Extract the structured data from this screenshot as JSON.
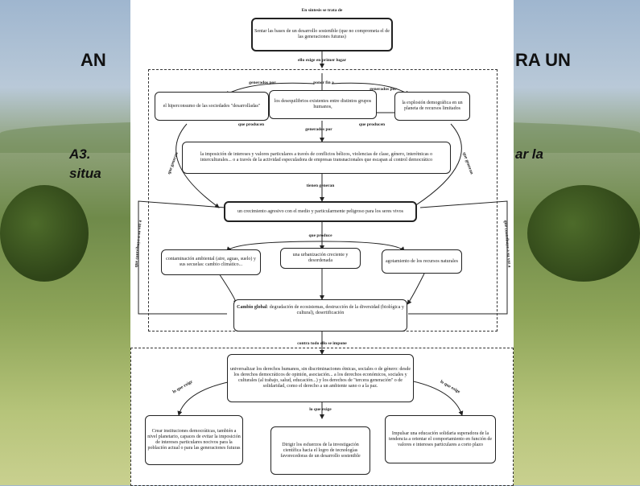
{
  "slide": {
    "title_left": "AN",
    "title_right": "RA UN",
    "sub_left_1": "A3.",
    "sub_left_2": "situa",
    "sub_right": "ar  la"
  },
  "diagram": {
    "top_caption": "En síntesis se trata de",
    "top_box": "Sentar las bases de un desarrollo sostenible (que no comprometa el de las generaciones futuras)",
    "label_first": "ello exige en primer lugar",
    "label_poner_fin": "poner fin a",
    "box_hiperconsumo": "el hiperconsumo de las sociedades \"desarrolladas\"",
    "box_desequilibrios": "los desequilibrios existentes entre distintos grupos humanos,",
    "box_explosion": "la explosión demográfica en un planeta de recursos limitados",
    "label_generados_1": "generados por",
    "label_generados_2": "generados por",
    "label_que_producen_1": "que producen",
    "label_que_producen_2": "que producen",
    "label_generados_3": "generados por",
    "box_imposicion": "la imposición de intereses y valores particulares a través de conflictos bélicos, violencias de clase, género, interétnicas o interculturales... o a través de la actividad especuladora de empresas transnacionales que escapan al control democrático",
    "label_que_generan_l": "que generan",
    "label_que_generan_r": "que generan",
    "label_tiene_mismo": "tienen generan",
    "box_crecimiento": "un crecimiento agresivo con el medio y particularmente peligroso para los seres vivos",
    "label_que_produce": "que produce",
    "box_contaminacion": "contaminación ambiental (aire, aguas, suelo) y sus secuelas: cambio climático...",
    "box_urbanizacion": "una urbanización creciente y desordenada",
    "box_agotamiento": "agotamiento de los recursos naturales",
    "box_cambio_global_bold": "Cambio global",
    "box_cambio_global": ": degradación de ecosistemas, destrucción de la diversidad (biológica y cultural), desertificación",
    "label_contribuye_l": "que contribuye a su vez a",
    "label_contribuye_r": "que contribuye a su vez a",
    "label_contra": "contra todo ello se impone",
    "box_universalizar": "universalizar los derechos humanos, sin discriminaciones étnicas, sociales o de género: desde los derechos democráticos de opinión, asociación... a los derechos económicos, sociales y culturales (al trabajo, salud, educación...) y los derechos de \"tercera generación\" o de solidaridad, como el derecho a un ambiente sano o a la paz.",
    "label_lo_que_exige": "lo que exige",
    "label_lo_que_exige_l": "lo que exige",
    "label_lo_que_exige_r": "lo que exige",
    "box_instituciones": "Crear instituciones democráticas, también a nivel planetario, capaces de evitar la imposición de intereses particulares nocivos para la población actual o para las generaciones futuras",
    "box_dirigir": "Dirigir los esfuerzos de la investigación científica hacia el logro de tecnologías favorecedoras de un desarrollo sostenible",
    "box_educacion": "Impulsar una educación solidaria superadora de la tendencia a orientar el comportamiento en función de valores e intereses particulares a corto plazo"
  }
}
